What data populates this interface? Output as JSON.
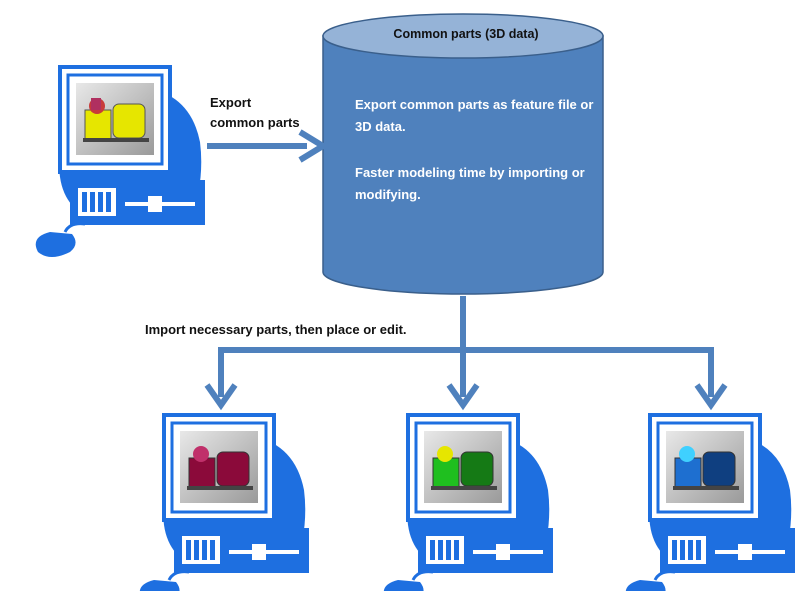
{
  "database": {
    "title": "Common parts (3D data)",
    "body_line1": "Export common parts as feature file or 3D data.",
    "body_line2": "Faster modeling time by importing or modifying.",
    "fill_color": "#4F81BD",
    "top_color": "#95B3D7",
    "border_color": "#3A5F8B"
  },
  "export_label": "Export\ncommon parts",
  "import_label": "Import necessary parts, then place or edit.",
  "computers": [
    {
      "id": "source",
      "model_color": "#E6E600",
      "icon": "computer-icon"
    },
    {
      "id": "target-1",
      "model_color": "#8B0A3A",
      "icon": "computer-icon"
    },
    {
      "id": "target-2",
      "model_color": "#1FBF1F",
      "icon": "computer-icon"
    },
    {
      "id": "target-3",
      "model_color": "#1E6FD0",
      "icon": "computer-icon"
    }
  ],
  "colors": {
    "computer_blue": "#1E6FE0",
    "arrow": "#4F81BD"
  }
}
